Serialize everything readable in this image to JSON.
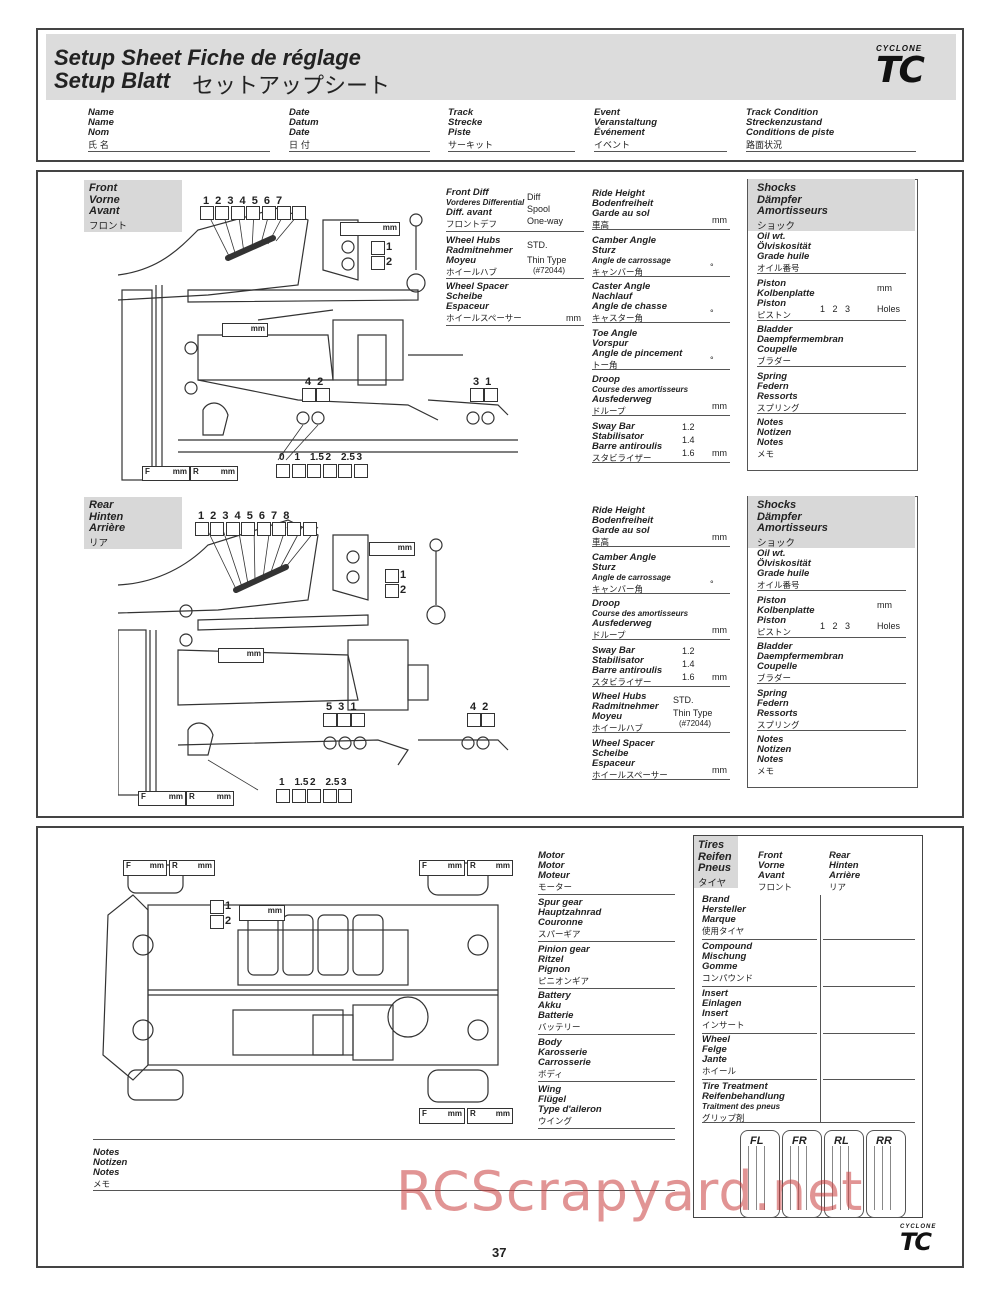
{
  "header": {
    "title_line1": "Setup Sheet  Fiche de réglage",
    "title_line2": "Setup Blatt",
    "title_jp": "セットアップシート",
    "logo_small": "CYCLONE",
    "logo_big": "TC",
    "fields": [
      {
        "l1": "Name",
        "l2": "Name",
        "l3": "Nom",
        "jp": "氏 名"
      },
      {
        "l1": "Date",
        "l2": "Datum",
        "l3": "Date",
        "jp": "日 付"
      },
      {
        "l1": "Track",
        "l2": "Strecke",
        "l3": "Piste",
        "jp": "サーキット"
      },
      {
        "l1": "Event",
        "l2": "Veranstaltung",
        "l3": "Événement",
        "jp": "イベント"
      },
      {
        "l1": "Track Condition",
        "l2": "Streckenzustand",
        "l3": "Conditions de piste",
        "jp": "路面状況"
      }
    ]
  },
  "front": {
    "heading": {
      "l1": "Front",
      "l2": "Vorne",
      "l3": "Avant",
      "jp": "フロント"
    },
    "top_numbers": "1 2 3 4 5 6 7",
    "pin_labels": [
      "1",
      "2"
    ],
    "mm": "mm",
    "bottom_numbers": [
      "0",
      "1",
      "1.5",
      "2",
      "2.5",
      "3"
    ],
    "group42": "4 2",
    "group31": "3 1",
    "f_label": "F",
    "r_label": "R",
    "diff": {
      "l1": "Front Diff",
      "l2": "Vorderes Differential",
      "l3": "Diff. avant",
      "jp": "フロントデフ",
      "opts": [
        "Diff",
        "Spool",
        "One-way"
      ]
    },
    "hubs": {
      "l1": "Wheel Hubs",
      "l2": "Radmitnehmer",
      "l3": "Moyeu",
      "jp": "ホイールハブ",
      "opts": [
        "STD.",
        "Thin Type",
        "(#72044)"
      ]
    },
    "spacer": {
      "l1": "Wheel Spacer",
      "l2": "Scheibe",
      "l3": "Espaceur",
      "jp": "ホイールスペーサー",
      "unit": "mm"
    },
    "ride": {
      "l1": "Ride Height",
      "l2": "Bodenfreiheit",
      "l3": "Garde au sol",
      "jp": "車高",
      "unit": "mm"
    },
    "camber": {
      "l1": "Camber Angle",
      "l2": "Sturz",
      "l3": "Angle de carrossage",
      "jp": "キャンバー角",
      "unit": "°"
    },
    "caster": {
      "l1": "Caster Angle",
      "l2": "Nachlauf",
      "l3": "Angle de chasse",
      "jp": "キャスター角",
      "unit": "°"
    },
    "toe": {
      "l1": "Toe Angle",
      "l2": "Vorspur",
      "l3": "Angle de pincement",
      "jp": "トー角",
      "unit": "°"
    },
    "droop": {
      "l1": "Droop",
      "l2": "Course des amortisseurs",
      "l3": "Ausfederweg",
      "jp": "ドループ",
      "unit": "mm"
    },
    "sway": {
      "l1": "Sway Bar",
      "l2": "Stabilisator",
      "l3": "Barre antiroulis",
      "jp": "スタビライザー",
      "opts": [
        "1.2",
        "1.4",
        "1.6"
      ],
      "unit": "mm"
    }
  },
  "rear": {
    "heading": {
      "l1": "Rear",
      "l2": "Hinten",
      "l3": "Arrière",
      "jp": "リア"
    },
    "top_numbers": "1 2 3 4 5 6 7 8",
    "pin_labels": [
      "1",
      "2"
    ],
    "mm": "mm",
    "bottom_numbers": [
      "1",
      "1.5",
      "2",
      "2.5",
      "3"
    ],
    "group531": "5 3 1",
    "group42": "4 2",
    "f_label": "F",
    "r_label": "R",
    "ride": {
      "l1": "Ride Height",
      "l2": "Bodenfreiheit",
      "l3": "Garde au sol",
      "jp": "車高",
      "unit": "mm"
    },
    "camber": {
      "l1": "Camber Angle",
      "l2": "Sturz",
      "l3": "Angle de carrossage",
      "jp": "キャンバー角",
      "unit": "°"
    },
    "droop": {
      "l1": "Droop",
      "l2": "Course des amortisseurs",
      "l3": "Ausfederweg",
      "jp": "ドループ",
      "unit": "mm"
    },
    "sway": {
      "l1": "Sway Bar",
      "l2": "Stabilisator",
      "l3": "Barre antiroulis",
      "jp": "スタビライザー",
      "opts": [
        "1.2",
        "1.4",
        "1.6"
      ],
      "unit": "mm"
    },
    "hubs": {
      "l1": "Wheel Hubs",
      "l2": "Radmitnehmer",
      "l3": "Moyeu",
      "jp": "ホイールハブ",
      "opts": [
        "STD.",
        "Thin Type",
        "(#72044)"
      ]
    },
    "spacer": {
      "l1": "Wheel Spacer",
      "l2": "Scheibe",
      "l3": "Espaceur",
      "jp": "ホイールスペーサー",
      "unit": "mm"
    }
  },
  "shocks": {
    "heading": {
      "l1": "Shocks",
      "l2": "Dämpfer",
      "l3": "Amortisseurs",
      "jp": "ショック"
    },
    "oil": {
      "l1": "Oil wt.",
      "l2": "Ölviskosität",
      "l3": "Grade huile",
      "jp": "オイル番号"
    },
    "piston": {
      "l1": "Piston",
      "l2": "Kolbenplatte",
      "l3": "Piston",
      "jp": "ピストン",
      "opts": "1   2   3",
      "holes": "Holes",
      "unit": "mm"
    },
    "bladder": {
      "l1": "Bladder",
      "l2": "Daempfermembran",
      "l3": "Coupelle",
      "jp": "ブラダー"
    },
    "spring": {
      "l1": "Spring",
      "l2": "Federn",
      "l3": "Ressorts",
      "jp": "スプリング"
    },
    "notes": {
      "l1": "Notes",
      "l2": "Notizen",
      "l3": "Notes",
      "jp": "メモ"
    }
  },
  "general": {
    "motor": {
      "l1": "Motor",
      "l2": "Motor",
      "l3": "Moteur",
      "jp": "モーター"
    },
    "spur": {
      "l1": "Spur gear",
      "l2": "Hauptzahnrad",
      "l3": "Couronne",
      "jp": "スパーギア"
    },
    "pinion": {
      "l1": "Pinion gear",
      "l2": "Ritzel",
      "l3": "Pignon",
      "jp": "ピニオンギア"
    },
    "battery": {
      "l1": "Battery",
      "l2": "Akku",
      "l3": "Batterie",
      "jp": "バッテリー"
    },
    "body": {
      "l1": "Body",
      "l2": "Karosserie",
      "l3": "Carrosserie",
      "jp": "ボディ"
    },
    "wing": {
      "l1": "Wing",
      "l2": "Flügel",
      "l3": "Type d'aileron",
      "jp": "ウイング"
    },
    "notes": {
      "l1": "Notes",
      "l2": "Notizen",
      "l3": "Notes",
      "jp": "メモ"
    },
    "pin_labels": [
      "1",
      "2"
    ],
    "mm": "mm",
    "f_label": "F",
    "r_label": "R"
  },
  "tires": {
    "heading": {
      "l1": "Tires",
      "l2": "Reifen",
      "l3": "Pneus",
      "jp": "タイヤ"
    },
    "front": {
      "l1": "Front",
      "l2": "Vorne",
      "l3": "Avant",
      "jp": "フロント"
    },
    "rear": {
      "l1": "Rear",
      "l2": "Hinten",
      "l3": "Arrière",
      "jp": "リア"
    },
    "brand": {
      "l1": "Brand",
      "l2": "Hersteller",
      "l3": "Marque",
      "jp": "使用タイヤ"
    },
    "compound": {
      "l1": "Compound",
      "l2": "Mischung",
      "l3": "Gomme",
      "jp": "コンパウンド"
    },
    "insert": {
      "l1": "Insert",
      "l2": "Einlagen",
      "l3": "Insert",
      "jp": "インサート"
    },
    "wheel": {
      "l1": "Wheel",
      "l2": "Felge",
      "l3": "Jante",
      "jp": "ホイール"
    },
    "treatment": {
      "l1": "Tire Treatment",
      "l2": "Reifenbehandlung",
      "l3": "Traitment des pneus",
      "jp": "グリップ剤"
    },
    "cards": [
      "FL",
      "FR",
      "RL",
      "RR"
    ]
  },
  "footer": {
    "page": "37",
    "watermark": "RCScrapyard.net",
    "logo_small": "CYCLONE",
    "logo_big": "TC"
  }
}
